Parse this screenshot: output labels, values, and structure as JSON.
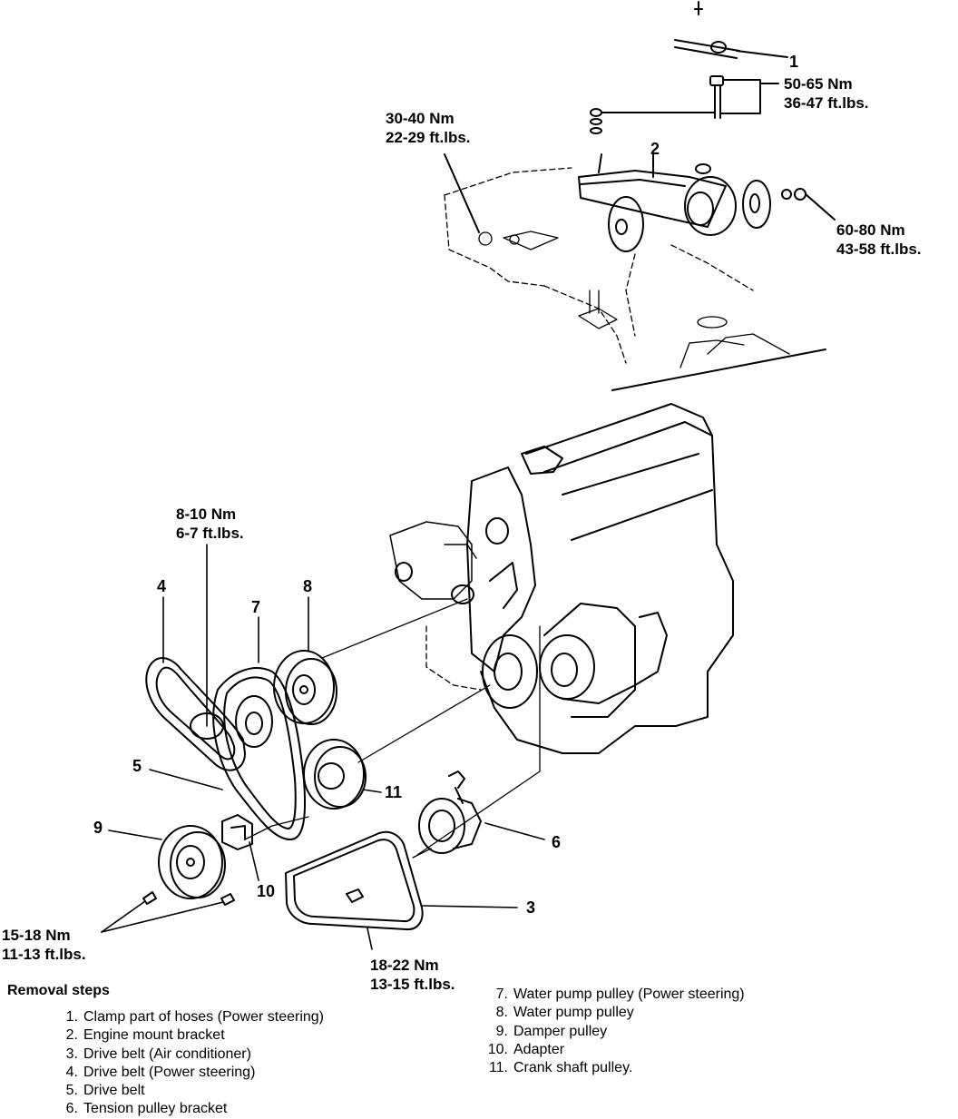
{
  "torque_specs": [
    {
      "id": "t1",
      "nm": "50-65 Nm",
      "ftlb": "36-47 ft.lbs."
    },
    {
      "id": "t2",
      "nm": "30-40 Nm",
      "ftlb": "22-29 ft.lbs."
    },
    {
      "id": "t3",
      "nm": "60-80 Nm",
      "ftlb": "43-58 ft.lbs."
    },
    {
      "id": "t4",
      "nm": "8-10 Nm",
      "ftlb": "6-7 ft.lbs."
    },
    {
      "id": "t5",
      "nm": "15-18 Nm",
      "ftlb": "11-13 ft.lbs."
    },
    {
      "id": "t6",
      "nm": "18-22 Nm",
      "ftlb": "13-15 ft.lbs."
    }
  ],
  "callouts": [
    "1",
    "2",
    "3",
    "4",
    "5",
    "6",
    "7",
    "8",
    "9",
    "10",
    "11"
  ],
  "removal_steps": {
    "title": "Removal steps",
    "items": [
      {
        "n": "1.",
        "text": "Clamp part of hoses (Power steering)"
      },
      {
        "n": "2.",
        "text": "Engine mount bracket"
      },
      {
        "n": "3.",
        "text": "Drive belt (Air conditioner)"
      },
      {
        "n": "4.",
        "text": "Drive belt (Power steering)"
      },
      {
        "n": "5.",
        "text": "Drive belt"
      },
      {
        "n": "6.",
        "text": "Tension pulley bracket"
      },
      {
        "n": "7.",
        "text": "Water pump pulley (Power steering)"
      },
      {
        "n": "8.",
        "text": "Water pump pulley"
      },
      {
        "n": "9.",
        "text": "Damper pulley"
      },
      {
        "n": "10.",
        "text": "Adapter"
      },
      {
        "n": "11.",
        "text": "Crank shaft pulley."
      }
    ]
  }
}
